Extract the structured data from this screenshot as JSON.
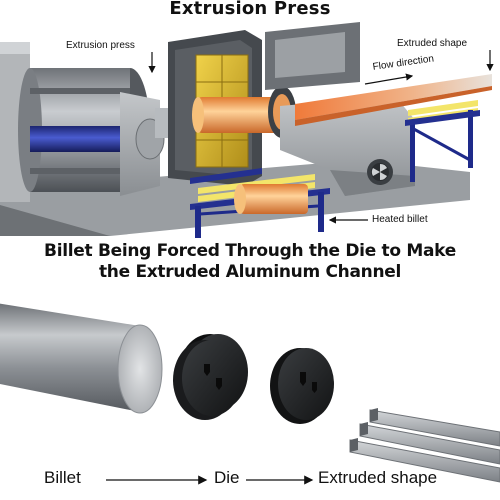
{
  "title": "Extrusion Press",
  "labels": {
    "extrusion_press": "Extrusion press",
    "extruded_shape": "Extruded shape",
    "flow_direction": "Flow direction",
    "heated_billet": "Heated billet"
  },
  "caption": {
    "line1": "Billet Being Forced Through the Die to Make",
    "line2": "the Extruded Aluminum Channel"
  },
  "sequence": {
    "billet": "Billet",
    "die": "Die",
    "extruded_shape": "Extruded shape"
  },
  "colors": {
    "blue_ram": "#2b3aa0",
    "heated_billet": "#f0a050",
    "gold_container": "#d6b52a",
    "machine_gray": "#a8acb0"
  }
}
